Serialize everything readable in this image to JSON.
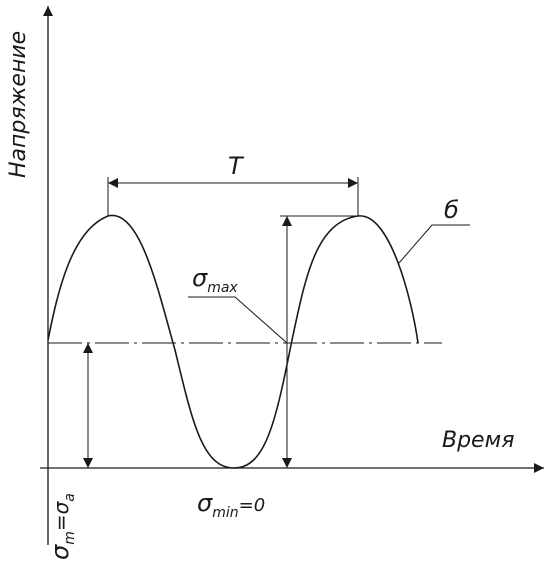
{
  "axes": {
    "y_label": "Напряжение",
    "x_label": "Время"
  },
  "labels": {
    "period": "T",
    "curve": "б",
    "sigma": "σ",
    "sigma_max_sub": "max",
    "sigma_min_sub": "min",
    "sigma_min_eq": "=0",
    "sigma_m_sub": "m",
    "sigma_eq": "=σ",
    "sigma_a_sub": "a"
  },
  "colors": {
    "ink": "#1a1a1a",
    "background": "#ffffff"
  }
}
